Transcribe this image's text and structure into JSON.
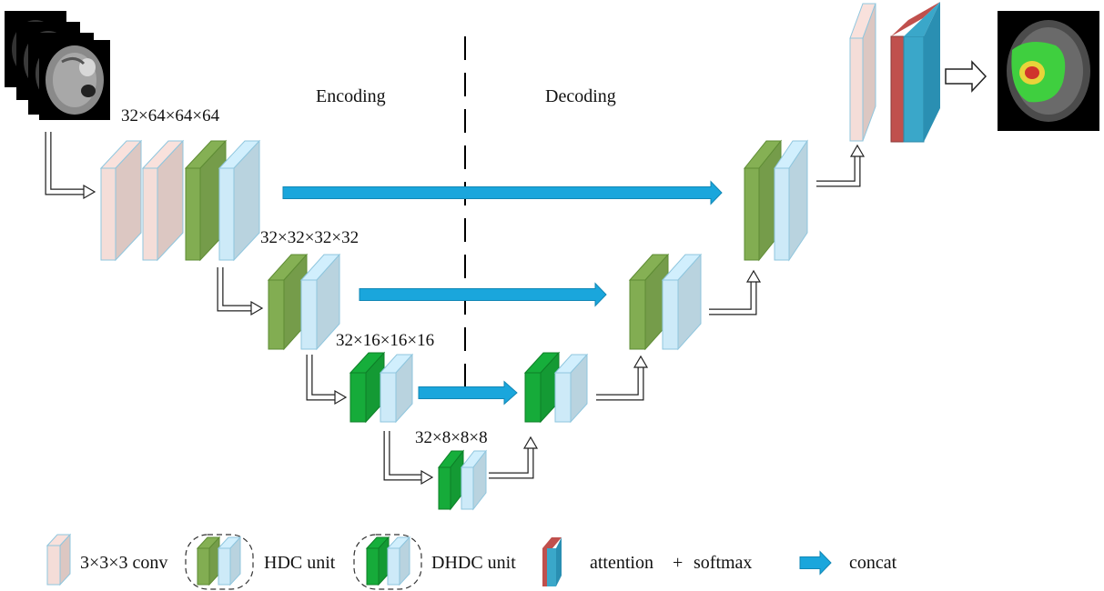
{
  "sections": {
    "encoding": "Encoding",
    "decoding": "Decoding"
  },
  "sizes": {
    "level1": "32×64×64×64",
    "level2": "32×32×32×32",
    "level3": "32×16×16×16",
    "level4": "32×8×8×8"
  },
  "legend": {
    "conv": "3×3×3 conv",
    "hdc": "HDC unit",
    "dhdc": "DHDC unit",
    "attention": "attention",
    "plus": "+",
    "softmax": "softmax",
    "concat": "concat"
  },
  "colors": {
    "conv_face": "#f4ddd8",
    "conv_edge": "#8fc6de",
    "bn_face": "#cdeaf8",
    "bn_edge": "#8fc6de",
    "hdc_face": "#82ad52",
    "hdc_edge": "#5e8c34",
    "dhdc_face": "#16ab3a",
    "dhdc_edge": "#0d7f27",
    "concat_arrow": "#1aa6dc",
    "attention_red": "#c0504d",
    "softmax_blue": "#3aa7c9",
    "divider": "#000000"
  }
}
